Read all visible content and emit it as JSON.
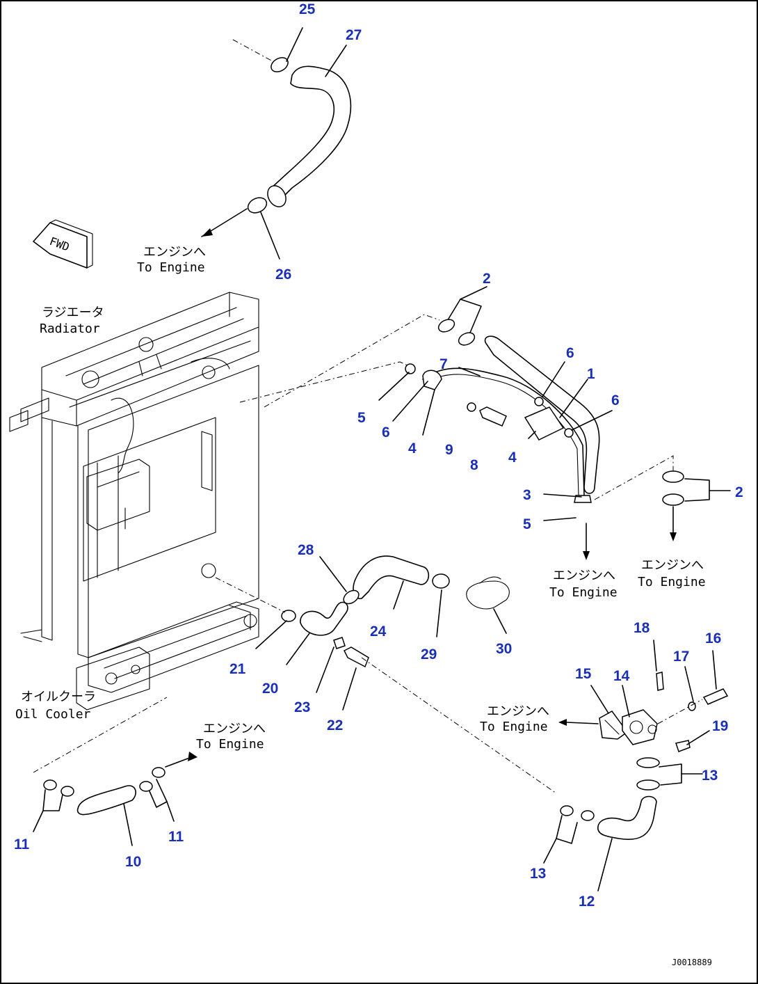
{
  "labels": {
    "engine_jp": "エンジンへ",
    "engine_en": "To Engine",
    "radiator_jp": "ラジエータ",
    "radiator_en": "Radiator",
    "oilcooler_jp": "オイルクーラ",
    "oilcooler_en": "Oil Cooler",
    "fwd": "FWD",
    "drawing_code": "J0018889"
  },
  "parts": {
    "n1": "1",
    "n2": "2",
    "n3": "3",
    "n4": "4",
    "n5": "5",
    "n6": "6",
    "n7": "7",
    "n8": "8",
    "n9": "9",
    "n10": "10",
    "n11": "11",
    "n12": "12",
    "n13": "13",
    "n14": "14",
    "n15": "15",
    "n16": "16",
    "n17": "17",
    "n18": "18",
    "n19": "19",
    "n20": "20",
    "n21": "21",
    "n22": "22",
    "n23": "23",
    "n24": "24",
    "n25": "25",
    "n26": "26",
    "n27": "27",
    "n28": "28",
    "n29": "29",
    "n30": "30"
  },
  "colors": {
    "callout": "#1a2fb8",
    "line": "#000000",
    "background": "#ffffff"
  }
}
